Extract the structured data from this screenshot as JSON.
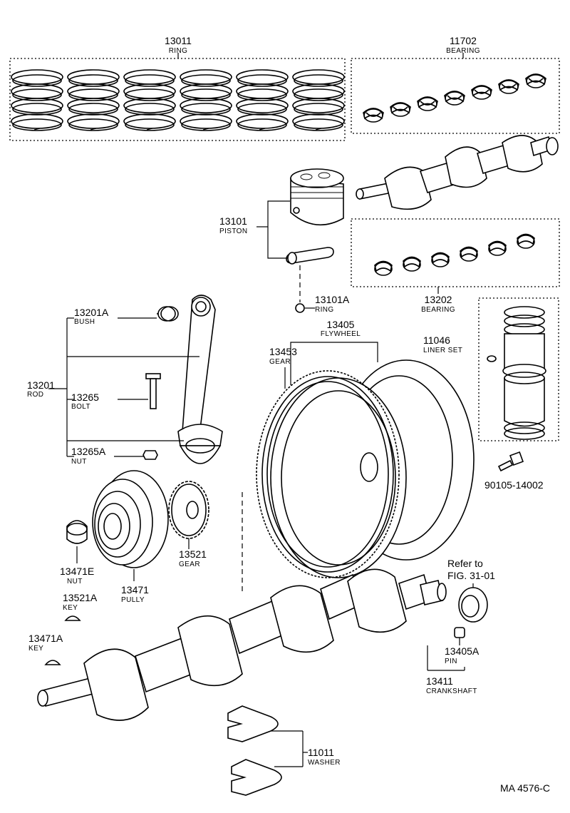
{
  "drawing_code": "MA  4576-C",
  "reference": {
    "line1": "Refer to",
    "line2": "FIG. 31-01"
  },
  "parts": {
    "ring": {
      "number": "13011",
      "name": "RING"
    },
    "bearing_main": {
      "number": "11702",
      "name": "BEARING"
    },
    "piston": {
      "number": "13101",
      "name": "PISTON"
    },
    "piston_ring": {
      "number": "13101A",
      "name": "RING"
    },
    "bearing_rod": {
      "number": "13202",
      "name": "BEARING"
    },
    "bush": {
      "number": "13201A",
      "name": "BUSH"
    },
    "rod": {
      "number": "13201",
      "name": "ROD"
    },
    "bolt": {
      "number": "13265",
      "name": "BOLT"
    },
    "nut_rod": {
      "number": "13265A",
      "name": "NUT"
    },
    "flywheel": {
      "number": "13405",
      "name": "FLYWHEEL"
    },
    "gear_ring": {
      "number": "13453",
      "name": "GEAR"
    },
    "liner_set": {
      "number": "11046",
      "name": "LINER SET"
    },
    "flywheel_bolt": {
      "number": "90105-14002",
      "name": ""
    },
    "gear_timing": {
      "number": "13521",
      "name": "GEAR"
    },
    "nut_pulley": {
      "number": "13471E",
      "name": "NUT"
    },
    "pulley": {
      "number": "13471",
      "name": "PULLY"
    },
    "key_gear": {
      "number": "13521A",
      "name": "KEY"
    },
    "key_pulley": {
      "number": "13471A",
      "name": "KEY"
    },
    "pin": {
      "number": "13405A",
      "name": "PIN"
    },
    "crankshaft": {
      "number": "13411",
      "name": "CRANKSHAFT"
    },
    "washer": {
      "number": "11011",
      "name": "WASHER"
    }
  }
}
